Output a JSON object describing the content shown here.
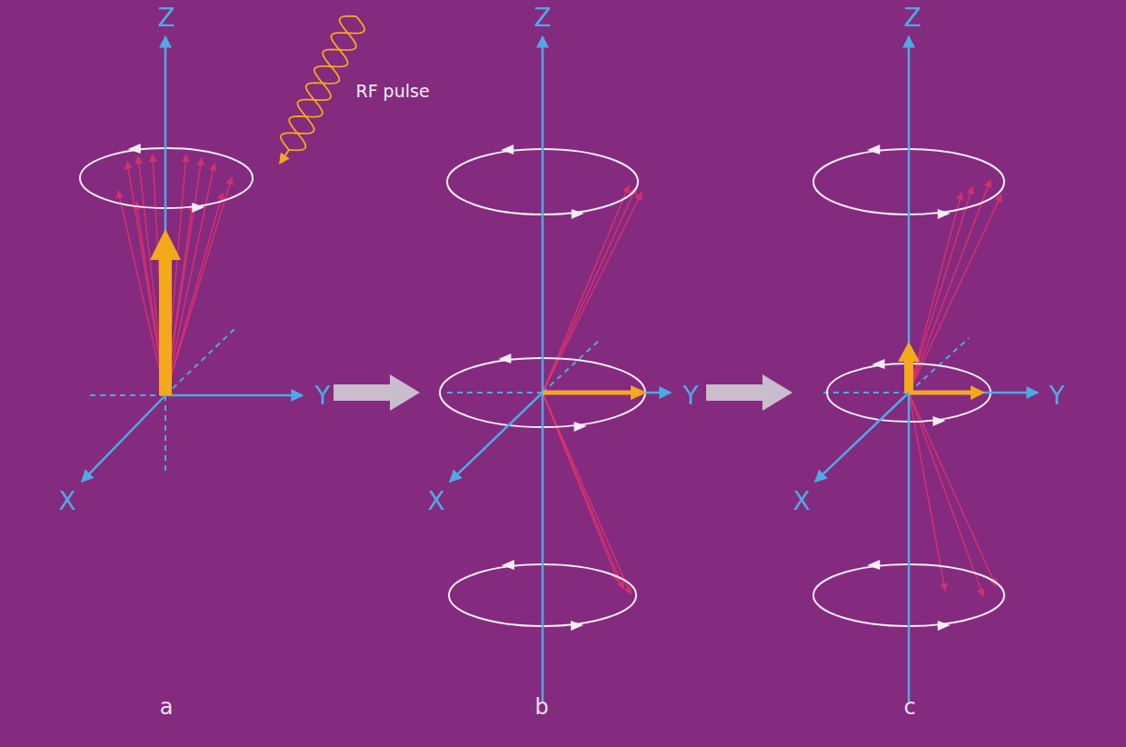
{
  "diagram": {
    "labels": [
      "Z",
      "Z",
      "Z",
      "RF pulse",
      "Y",
      "Y",
      "Y",
      "X",
      "X",
      "X",
      "a",
      "b",
      "c"
    ]
  }
}
